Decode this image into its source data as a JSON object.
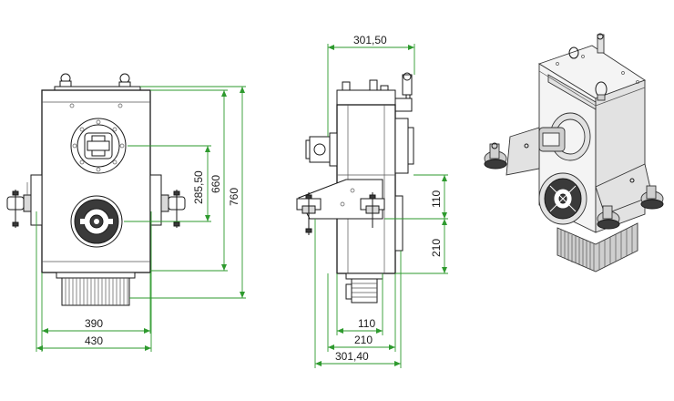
{
  "colors": {
    "dimension_line": "#2e9a2e",
    "outline": "#1a1a1a",
    "background": "#ffffff"
  },
  "front_view": {
    "dimensions": {
      "bottom_inner": "390",
      "bottom_outer": "430",
      "height_shaft": "285,50",
      "height_body": "660",
      "height_total": "760"
    }
  },
  "side_view": {
    "dimensions": {
      "top_width": "301,50",
      "upper_offset": "110",
      "lower_offset": "210",
      "bottom_110": "110",
      "bottom_210": "210",
      "bottom_total": "301,40"
    }
  }
}
